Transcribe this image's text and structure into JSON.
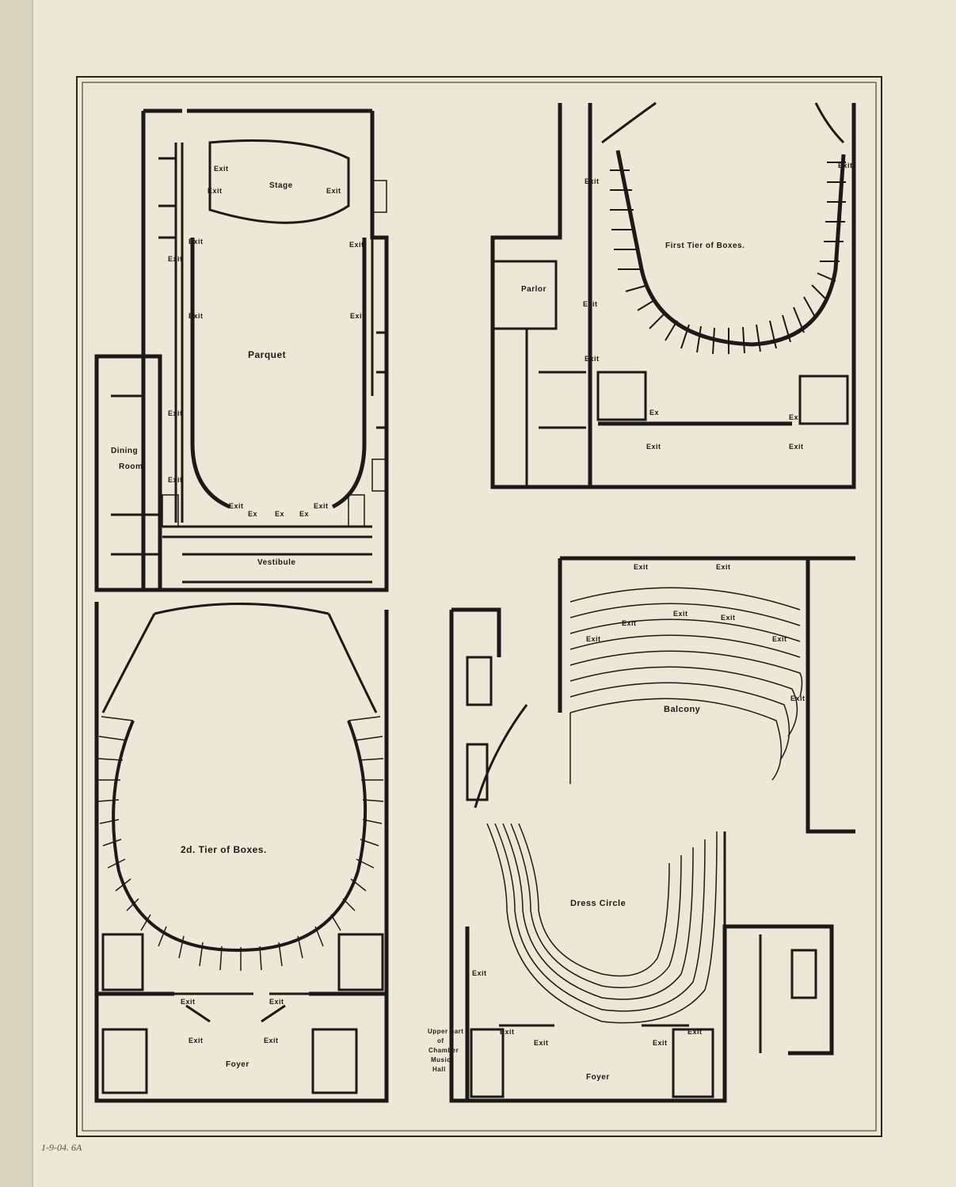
{
  "plans": {
    "parquet": {
      "title": "Parquet",
      "stage": "Stage",
      "vestibule": "Vestibule",
      "dining_room": "Dining Room",
      "exit": "Exit",
      "ex": "Ex"
    },
    "first_tier": {
      "title": "First Tier of Boxes.",
      "parlor": "Parlor",
      "exit": "Exit",
      "ex": "Ex"
    },
    "second_tier": {
      "title": "2d. Tier of Boxes.",
      "foyer": "Foyer",
      "exit": "Exit"
    },
    "balcony": {
      "title": "Balcony",
      "dress_circle": "Dress Circle",
      "foyer": "Foyer",
      "exit": "Exit",
      "chamber_music_hall": [
        "Upper part",
        "of",
        "Chamber",
        "Music",
        "Hall"
      ]
    }
  },
  "margin_note": "1-9-04. 6A"
}
